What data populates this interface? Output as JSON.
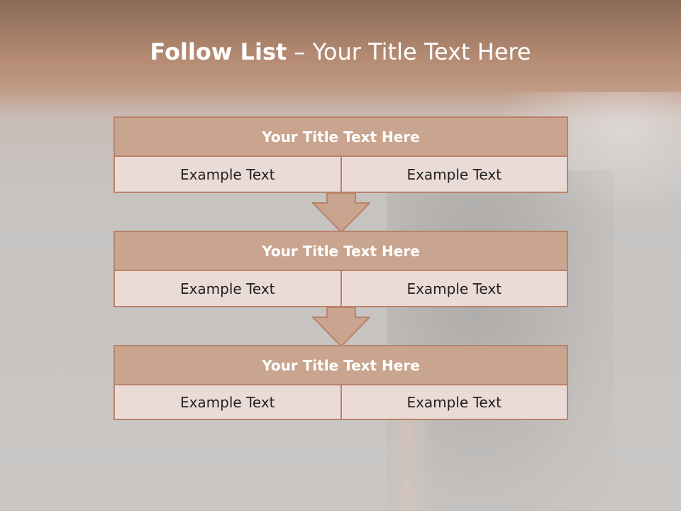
{
  "slide": {
    "title_bold": "Follow List",
    "title_rest": " – Your Title Text Here"
  },
  "blocks": [
    {
      "title": "Your Title Text Here",
      "left": "Example Text",
      "right": "Example Text"
    },
    {
      "title": "Your Title Text Here",
      "left": "Example Text",
      "right": "Example Text"
    },
    {
      "title": "Your Title Text Here",
      "left": "Example Text",
      "right": "Example Text"
    }
  ],
  "colors": {
    "header": "#b48a72",
    "box_title_fill": "#c9a48e",
    "box_cell_fill": "#ebdbd7",
    "border": "#b9836a"
  }
}
